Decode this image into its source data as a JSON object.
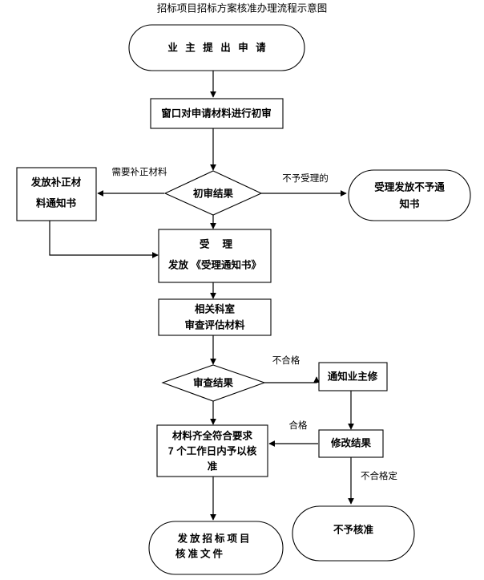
{
  "title": "招标项目招标方案核准办理流程示意图",
  "nodes": {
    "start": {
      "label": "业 主 提 出 申 请",
      "shape": "terminator"
    },
    "preliminary_review": {
      "label": "窗口对申请材料进行初审",
      "shape": "process"
    },
    "first_decision": {
      "label": "初审结果",
      "shape": "decision"
    },
    "correction_notice": {
      "label_line1": "发放补正材",
      "label_line2": "料通知书",
      "shape": "process"
    },
    "reject_notice": {
      "label_line1": "受理发放不予通",
      "label_line2": "知书",
      "shape": "terminator"
    },
    "accept": {
      "label_line1": "受  理",
      "label_line2": "发放 《受理通知书》",
      "shape": "process"
    },
    "department_review": {
      "label_line1": "相关科室",
      "label_line2": "审查评估材料",
      "shape": "process"
    },
    "second_decision": {
      "label": "审查结果",
      "shape": "decision"
    },
    "notify_owner": {
      "label": "通知业主修",
      "shape": "process"
    },
    "revision_result": {
      "label": "修改结果",
      "shape": "process"
    },
    "approve_in_7days": {
      "label_line1": "材料齐全符合要求",
      "label_line2": "7 个工作日内予以核",
      "label_line3": "准",
      "shape": "process"
    },
    "issue_document": {
      "label_line1": "发放招标项目",
      "label_line2": "核准文件",
      "shape": "terminator"
    },
    "not_approved": {
      "label": "不予核准",
      "shape": "terminator"
    }
  },
  "edge_labels": {
    "need_correction": "需要补正材料",
    "not_accepted": "不予受理的",
    "unqualified": "不合格",
    "qualified": "合格",
    "unqualified_final": "不合格定"
  },
  "colors": {
    "stroke": "#000000",
    "fill": "#ffffff",
    "background": "#ffffff",
    "text": "#000000"
  }
}
